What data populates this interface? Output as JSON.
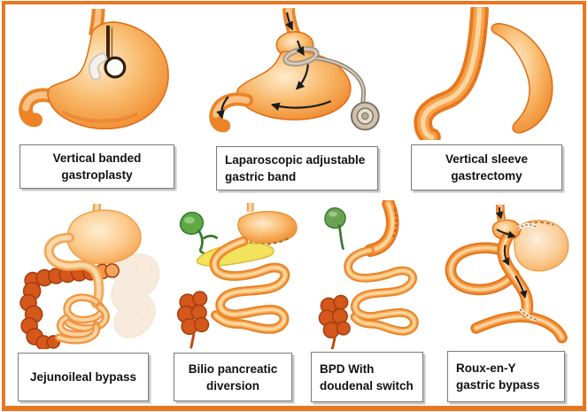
{
  "frame": {
    "border_color": "#e87722",
    "background": "#ffffff"
  },
  "palette": {
    "organ_orange": "#ef8a2e",
    "organ_highlight": "#fcd9a8",
    "organ_edge": "#e06b15",
    "colon_dark_red": "#d4571c",
    "gallbladder_green": "#5fa845",
    "pancreas_yellow": "#f2e25c",
    "device_gray": "#c9bdab",
    "arrow_black": "#1c1c1c",
    "label_text": "#111111",
    "label_border": "#7a7a7a"
  },
  "panels": [
    {
      "name": "vertical-banded-gastroplasty",
      "line1": "Vertical banded",
      "line2": "gastroplasty"
    },
    {
      "name": "laparoscopic-adjustable-gastric-band",
      "line1": "Laparoscopic adjustable",
      "line2": "gastric band"
    },
    {
      "name": "vertical-sleeve-gastrectomy",
      "line1": "Vertical sleeve",
      "line2": "gastrectomy"
    },
    {
      "name": "jejunoileal-bypass",
      "line1": "Jejunoileal bypass"
    },
    {
      "name": "bilio-pancreatic-diversion",
      "line1": "Bilio pancreatic",
      "line2": "diversion"
    },
    {
      "name": "bpd-with-doudenal-switch",
      "line1": "BPD With",
      "line2": "doudenal switch"
    },
    {
      "name": "roux-en-y-gastric-bypass",
      "line1": "Roux-en-Y",
      "line2": "gastric bypass"
    }
  ]
}
